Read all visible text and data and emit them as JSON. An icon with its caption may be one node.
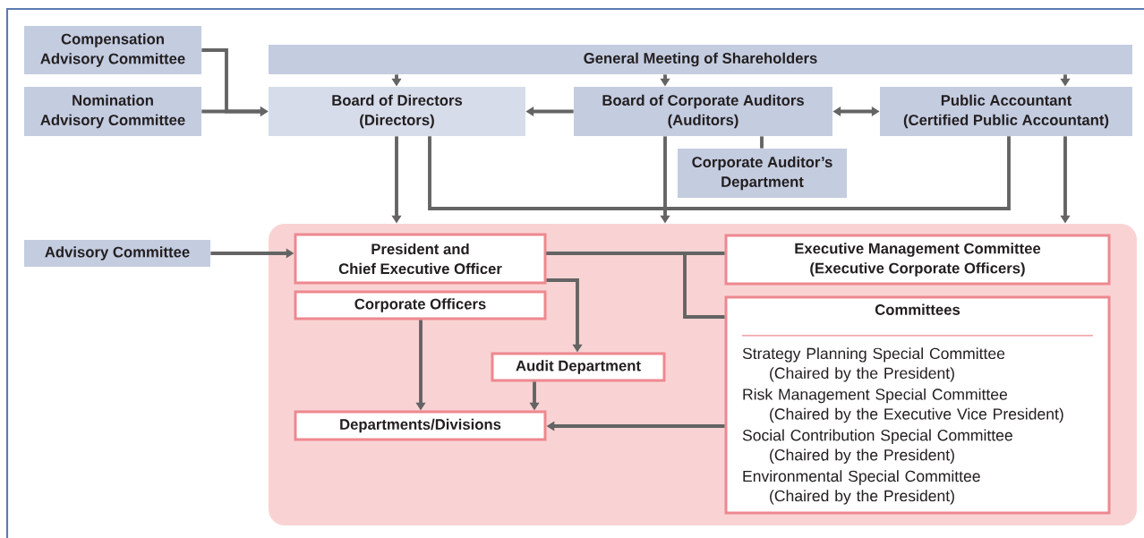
{
  "diagram": {
    "nodes": [
      {
        "text": [
          "Compensation Advisory Committee"
        ]
      },
      {
        "text": [
          "Nomination Advisory Committee"
        ]
      },
      {
        "text": [
          "General Meeting of Shareholders"
        ]
      },
      {
        "text": [
          "Board of Directors",
          "(Directors)"
        ]
      },
      {
        "text": [
          "Board of Corporate Auditors",
          "(Auditors)"
        ]
      },
      {
        "text": [
          "Public Accountant",
          "(Certified Public Accountant)"
        ]
      },
      {
        "text": [
          "Corporate Auditor’s Department"
        ]
      },
      {
        "text": [],
        "shape": "box"
      },
      {
        "text": [
          "Advisory Committee"
        ]
      },
      {
        "text": [
          "President and Chief Executive Officer"
        ],
        "in": 7
      },
      {
        "text": [
          "Corporate Officers"
        ],
        "in": 7
      },
      {
        "text": [
          "Audit Department"
        ],
        "in": 7
      },
      {
        "text": [
          "Departments/Divisions"
        ],
        "in": 7
      },
      {
        "text": [
          "Executive Management Committee",
          "(Executive Corporate Officers)"
        ],
        "in": 7
      },
      {
        "text": [
          "Committees",
          "Strategy Planning Special Committee",
          "(Chaired by the President)",
          "Risk Management Special Committee",
          "(Chaired by the Executive Vice President)",
          "Social Contribution Special Committee",
          "(Chaired by the President)",
          "Environmental Special Committee",
          "(Chaired by the President)"
        ],
        "in": 7
      }
    ],
    "edges": [
      {
        "from": 0,
        "to": 3,
        "arrow": "to"
      },
      {
        "from": 1,
        "to": 3,
        "arrow": "to"
      },
      {
        "from": 2,
        "to": 3,
        "arrow": "to"
      },
      {
        "from": 2,
        "to": 4,
        "arrow": "to"
      },
      {
        "from": 2,
        "to": 5,
        "arrow": "to"
      },
      {
        "from": 4,
        "to": 3,
        "arrow": "to"
      },
      {
        "from": 4,
        "to": 5,
        "arrow": "both"
      },
      {
        "from": 4,
        "to": 6,
        "arrow": "none"
      },
      {
        "from": 3,
        "to": 7,
        "arrow": "to"
      },
      {
        "from": 3,
        "to": 5,
        "arrow": "none"
      },
      {
        "from": 4,
        "to": 7,
        "arrow": "to"
      },
      {
        "from": 5,
        "to": 7,
        "arrow": "to"
      },
      {
        "from": 8,
        "to": 9,
        "arrow": "to"
      },
      {
        "from": 9,
        "to": 13,
        "arrow": "none"
      },
      {
        "from": 9,
        "to": 14,
        "arrow": "none"
      },
      {
        "from": 9,
        "to": 11,
        "arrow": "to"
      },
      {
        "from": 10,
        "to": 12,
        "arrow": "to"
      },
      {
        "from": 11,
        "to": 12,
        "arrow": "to"
      },
      {
        "from": 14,
        "to": 12,
        "arrow": "to"
      }
    ]
  }
}
